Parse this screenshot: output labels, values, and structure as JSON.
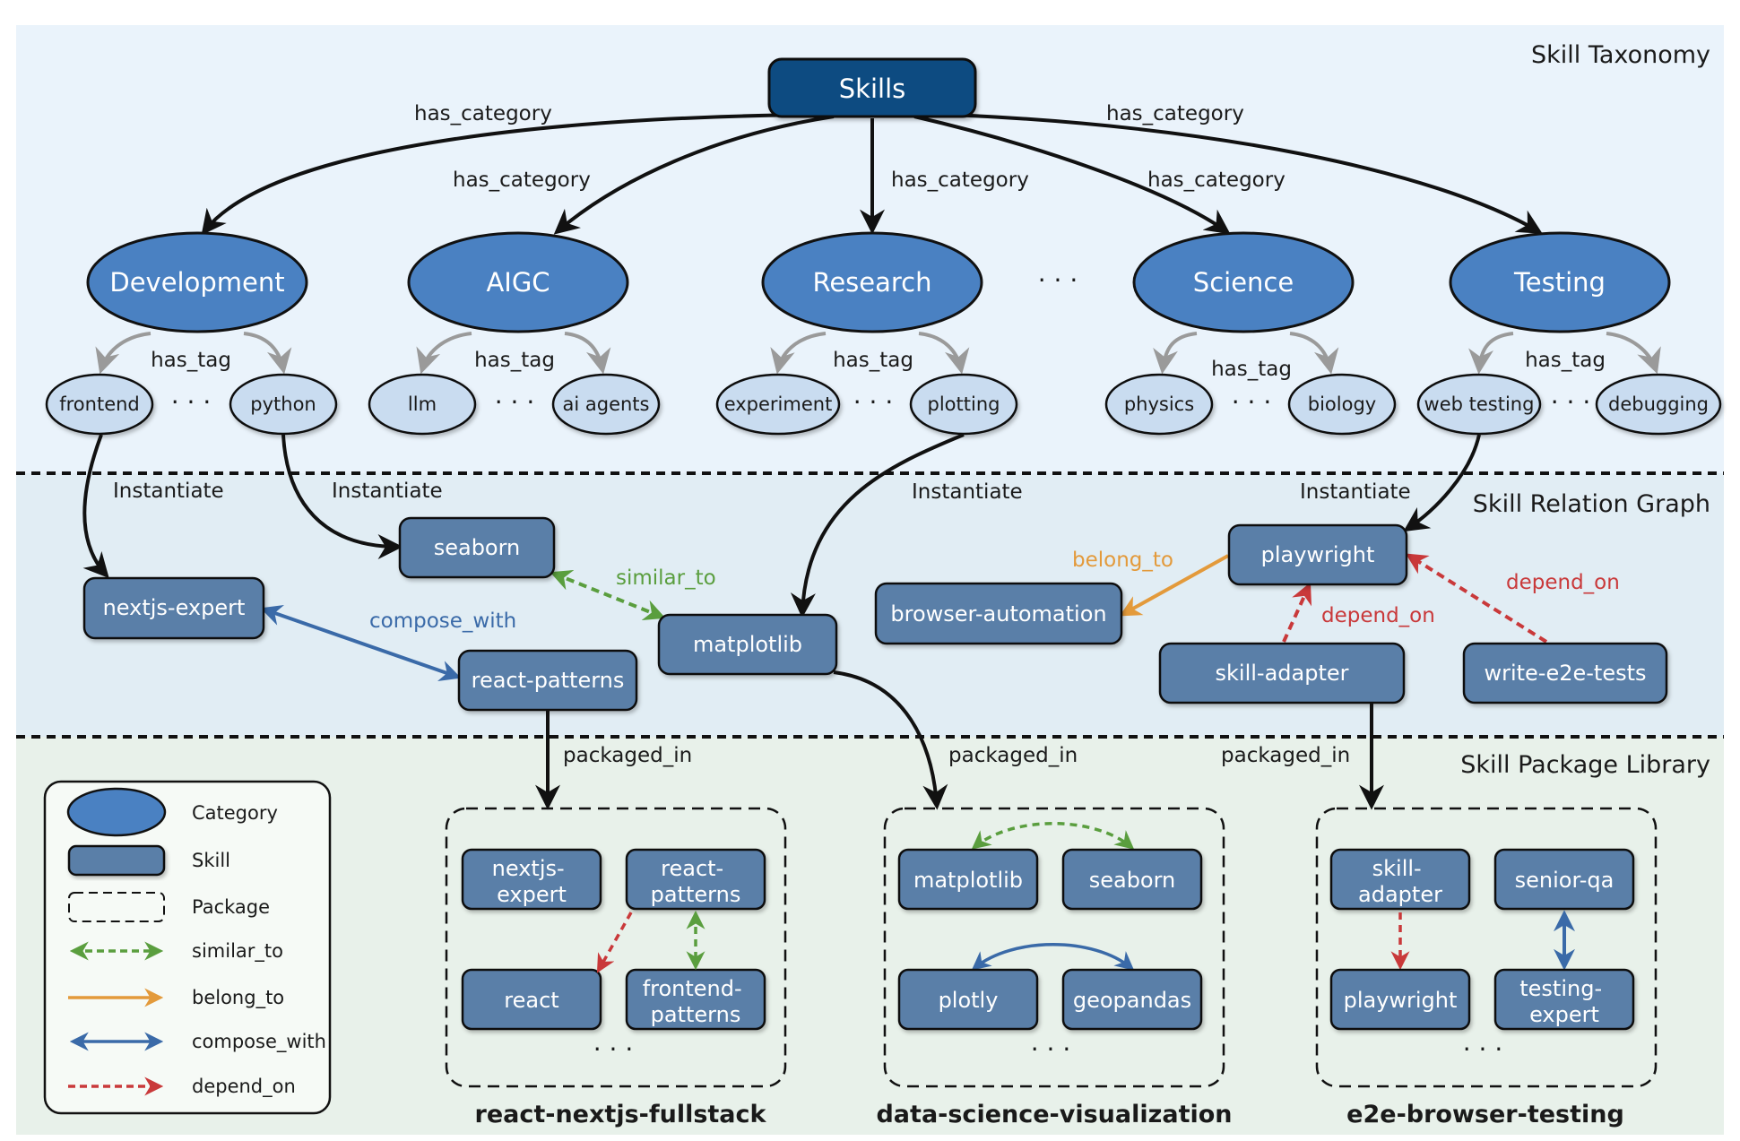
{
  "colors": {
    "taxonomy_bg": "#eaf3fb",
    "relation_bg": "#e1edf4",
    "package_bg": "#e8f1ea",
    "root": "#0f4c81",
    "category": "#4a81c2",
    "tag": "#c9dcf0",
    "skill": "#5a7fa8",
    "similar_to": "#5a9e3e",
    "belong_to": "#e39a3b",
    "compose_with": "#3a6aa8",
    "depend_on": "#c9393a"
  },
  "sections": {
    "taxonomy": "Skill Taxonomy",
    "relation": "Skill Relation Graph",
    "package": "Skill Package Library"
  },
  "taxonomy": {
    "root": "Skills",
    "edge_has_category": "has_category",
    "edge_has_tag": "has_tag",
    "ellipsis": "· · ·",
    "categories": [
      {
        "label": "Development",
        "tags": [
          "frontend",
          "python"
        ]
      },
      {
        "label": "AIGC",
        "tags": [
          "llm",
          "ai agents"
        ]
      },
      {
        "label": "Research",
        "tags": [
          "experiment",
          "plotting"
        ]
      },
      {
        "label": "Science",
        "tags": [
          "physics",
          "biology"
        ]
      },
      {
        "label": "Testing",
        "tags": [
          "web testing",
          "debugging"
        ]
      }
    ]
  },
  "relation_graph": {
    "edge_instantiate": "Instantiate",
    "skills": {
      "nextjs_expert": "nextjs-expert",
      "seaborn": "seaborn",
      "react_patterns": "react-patterns",
      "matplotlib": "matplotlib",
      "playwright": "playwright",
      "browser_automation": "browser-automation",
      "skill_adapter": "skill-adapter",
      "write_e2e_tests": "write-e2e-tests"
    },
    "relations": {
      "similar_to": "similar_to",
      "compose_with": "compose_with",
      "belong_to": "belong_to",
      "depend_on": "depend_on"
    }
  },
  "package_library": {
    "edge_packaged_in": "packaged_in",
    "ellipsis": "· · ·",
    "packages": [
      {
        "name": "react-nextjs-fullstack",
        "skills": [
          [
            "nextjs-",
            "expert"
          ],
          [
            "react-",
            "patterns"
          ],
          [
            "react"
          ],
          [
            "frontend-",
            "patterns"
          ]
        ]
      },
      {
        "name": "data-science-visualization",
        "skills": [
          [
            "matplotlib"
          ],
          [
            "seaborn"
          ],
          [
            "plotly"
          ],
          [
            "geopandas"
          ]
        ]
      },
      {
        "name": "e2e-browser-testing",
        "skills": [
          [
            "skill-",
            "adapter"
          ],
          [
            "senior-qa"
          ],
          [
            "playwright"
          ],
          [
            "testing-",
            "expert"
          ]
        ]
      }
    ]
  },
  "legend": {
    "category": "Category",
    "skill": "Skill",
    "package": "Package",
    "similar_to": "similar_to",
    "belong_to": "belong_to",
    "compose_with": "compose_with",
    "depend_on": "depend_on"
  }
}
